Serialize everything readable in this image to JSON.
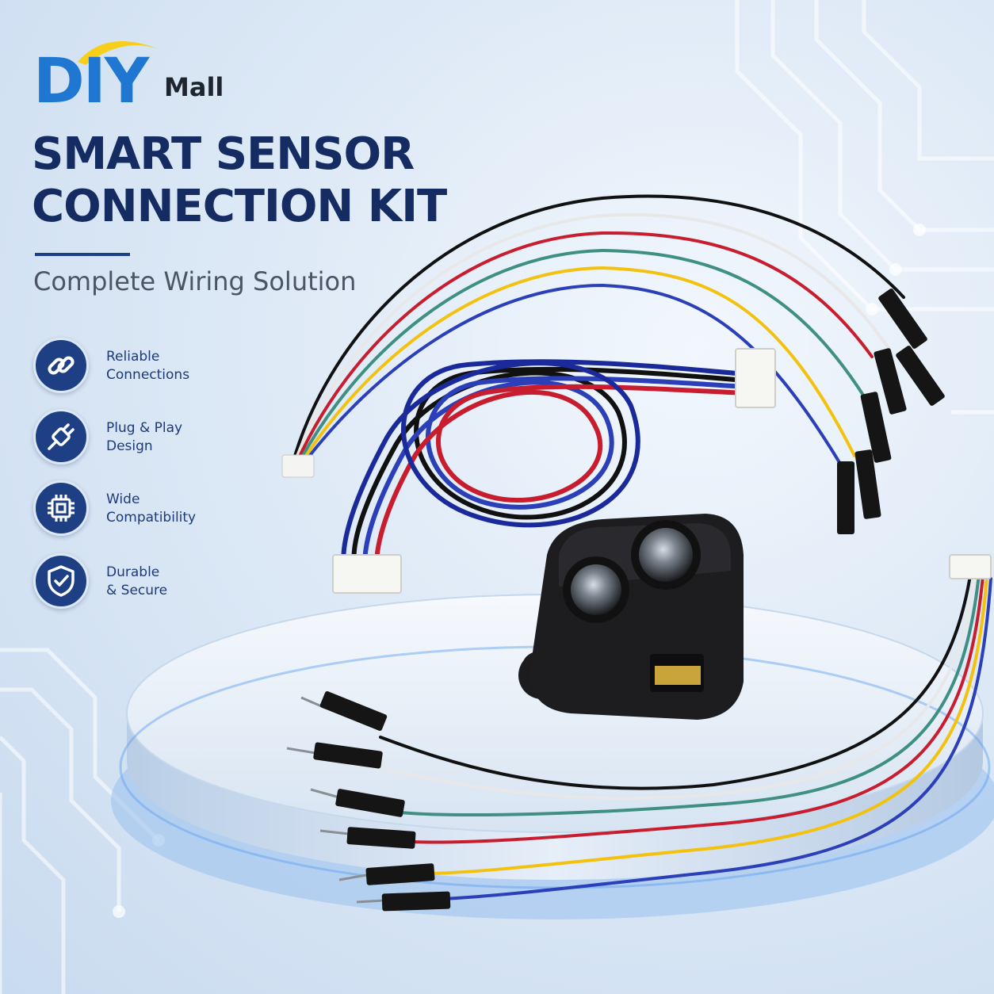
{
  "brand": {
    "diy": "DIY",
    "mall": "Mall"
  },
  "headline": {
    "line1": "SMART SENSOR",
    "line2": "CONNECTION KIT"
  },
  "subtitle": "Complete Wiring Solution",
  "features": [
    {
      "line1": "Reliable",
      "line2": "Connections",
      "icon": "link-icon"
    },
    {
      "line1": "Plug & Play",
      "line2": "Design",
      "icon": "plug-icon"
    },
    {
      "line1": "Wide",
      "line2": "Compatibility",
      "icon": "chip-icon"
    },
    {
      "line1": "Durable",
      "line2": "& Secure",
      "icon": "shield-check-icon"
    }
  ],
  "colors": {
    "brand_blue": "#1f77d2",
    "brand_yellow": "#f7cf1a",
    "navy": "#152c63",
    "wire_black": "#111111",
    "wire_white": "#e8e8e8",
    "wire_green": "#3f8f83",
    "wire_red": "#c81d2e",
    "wire_yellow": "#f2c20f",
    "wire_blue": "#2a3fb8"
  }
}
